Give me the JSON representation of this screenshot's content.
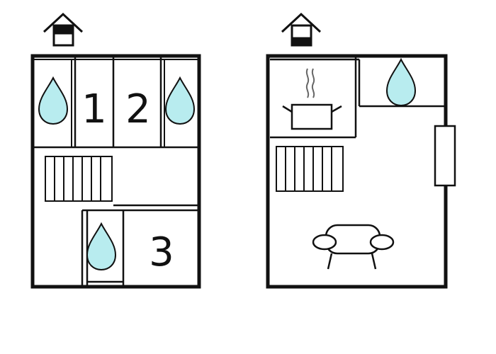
{
  "floor_plan": {
    "ground_floor": {
      "level_icon": "house-level-indicator-icon-lower",
      "rooms": [
        {
          "label": "1",
          "type": "bedroom"
        },
        {
          "label": "2",
          "type": "bedroom"
        },
        {
          "label": "3",
          "type": "bedroom"
        }
      ],
      "fixtures": [
        "bathroom-water-drop-icon",
        "bathroom-water-drop-icon",
        "bathroom-water-drop-icon",
        "staircase-icon"
      ]
    },
    "upper_floor": {
      "level_icon": "house-level-indicator-icon-upper",
      "fixtures": [
        "kitchen-pot-icon",
        "bathroom-water-drop-icon",
        "staircase-icon",
        "sofa-icon",
        "window-door-icon"
      ]
    },
    "colors": {
      "walls": "#111111",
      "water": "#b8ecef",
      "background": "#ffffff"
    }
  }
}
